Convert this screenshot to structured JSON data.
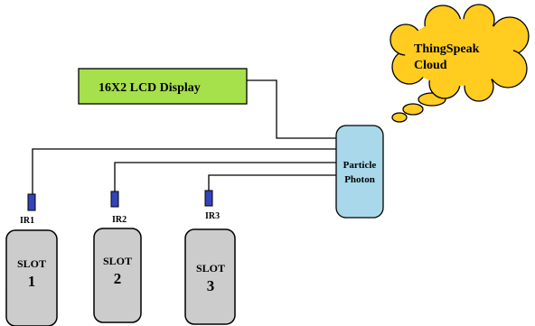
{
  "cloud": {
    "line1": "ThingSpeak",
    "line2": "Cloud",
    "color": "#FFCC1F"
  },
  "lcd": {
    "label": "16X2 LCD Display",
    "color": "#A6E04A"
  },
  "controller": {
    "line1": "Particle",
    "line2": "Photon",
    "color": "#A8D8EA"
  },
  "sensors": [
    {
      "label": "IR1",
      "color": "#3344BB"
    },
    {
      "label": "IR2",
      "color": "#3344BB"
    },
    {
      "label": "IR3",
      "color": "#3344BB"
    }
  ],
  "slots": [
    {
      "title": "SLOT",
      "number": "1"
    },
    {
      "title": "SLOT",
      "number": "2"
    },
    {
      "title": "SLOT",
      "number": "3"
    }
  ],
  "slot_color": "#CCCCCC"
}
